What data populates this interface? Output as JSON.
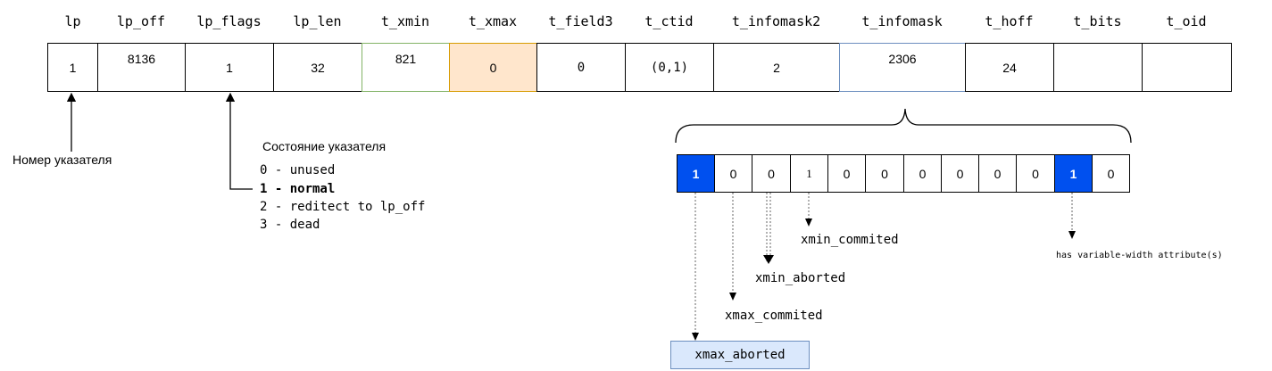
{
  "colors": {
    "xmin_border": "#82b366",
    "xmax_fill": "#ffe6cc",
    "xmax_border": "#d79b00",
    "infomask_border": "#6c8ebf",
    "bit_on": "#0050ef",
    "callout_fill": "#dae8fc",
    "callout_border": "#6c8ebf",
    "line": "#000000",
    "dash": "#666666"
  },
  "tuple": {
    "headers": [
      "lp",
      "lp_off",
      "lp_flags",
      "lp_len",
      "t_xmin",
      "t_xmax",
      "t_field3",
      "t_ctid",
      "t_infomask2",
      "t_infomask",
      "t_hoff",
      "t_bits",
      "t_oid"
    ],
    "values": [
      "1",
      "8136",
      "1",
      "32",
      "821",
      "0",
      "0",
      "(0,1)",
      "2",
      "2306",
      "24",
      "",
      ""
    ]
  },
  "pointer_number_label": "Номер указателя",
  "pointer_state": {
    "title": "Состояние указателя",
    "items": [
      "0 - unused",
      "1 - normal",
      "2 - reditect to lp_off",
      "3 - dead"
    ],
    "selected_index": 1
  },
  "infomask_bits": {
    "values": [
      "1",
      "0",
      "0",
      "1",
      "0",
      "0",
      "0",
      "0",
      "0",
      "0",
      "1",
      "0"
    ],
    "highlighted": [
      0,
      10
    ]
  },
  "bit_labels": {
    "xmin_commited": "xmin_commited",
    "xmin_aborted": "xmin_aborted",
    "xmax_commited": "xmax_commited",
    "xmax_aborted": "xmax_aborted",
    "has_varwidth": "has variable-width attribute(s)"
  }
}
